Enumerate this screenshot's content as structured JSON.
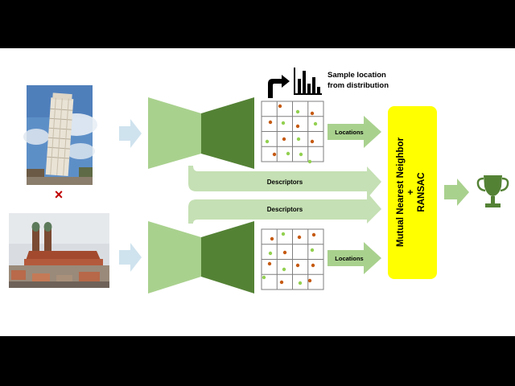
{
  "sample_label_line1": "Sample location",
  "sample_label_line2": "from distribution",
  "locations_top": "Locations",
  "locations_bottom": "Locations",
  "descriptors_top": "Descriptors",
  "descriptors_bottom": "Descriptors",
  "matcher_line1": "Mutual Nearest Neighbor",
  "matcher_line2": "+",
  "matcher_line3": "RANSAC",
  "photo_top": "leaning-tower-photo",
  "photo_bottom": "cathedral-photo",
  "reject_mark": "×",
  "trophy_icon": "trophy-icon",
  "histogram_icon": "histogram-icon",
  "colors": {
    "arrow_light": "#cfe3ee",
    "encoder_light": "#a9d18e",
    "encoder_dark": "#548235",
    "band": "#c5e0b4",
    "location_arrow": "#a9d18e",
    "matcher_fill": "#ffff00",
    "trophy": "#548235",
    "dot_orange": "#c55a11",
    "dot_green": "#92d050",
    "reject": "#c00000"
  }
}
